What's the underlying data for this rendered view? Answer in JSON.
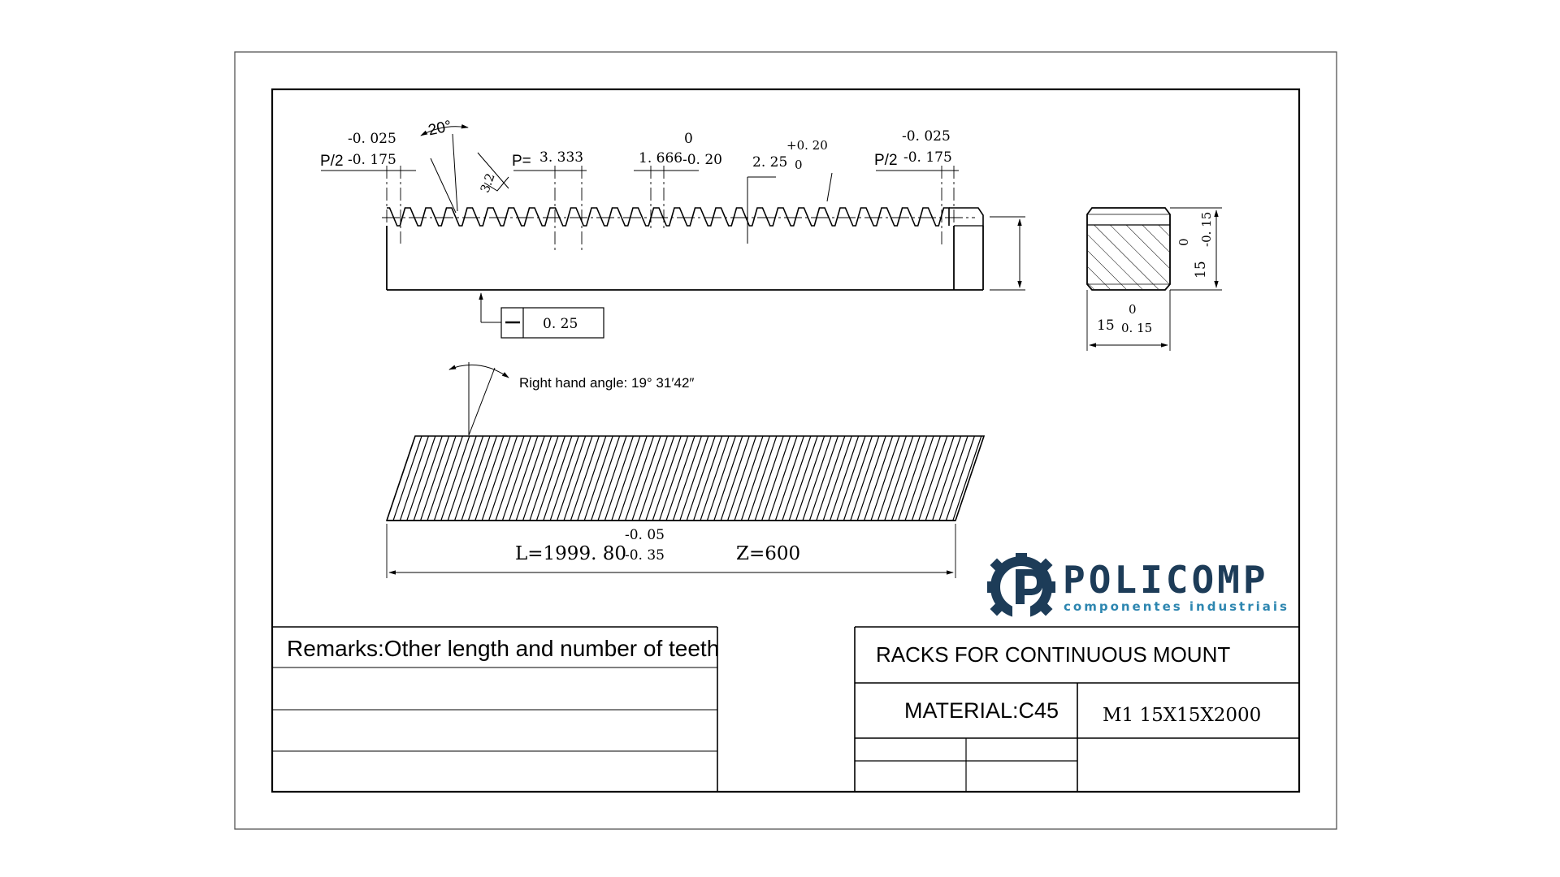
{
  "dimensions": {
    "half_pitch_left": {
      "label": "P/2",
      "upper": "-0. 025",
      "lower": "-0. 175"
    },
    "pressure_angle": "20°",
    "roughness": "3.2",
    "pitch": {
      "label": "P=",
      "value": "3. 333"
    },
    "tooth_thickness": {
      "value": "1. 666",
      "upper": "0",
      "lower": "-0. 20"
    },
    "tooth_height": {
      "value": "2. 25",
      "upper": "+0. 20",
      "lower": "0"
    },
    "half_pitch_right": {
      "label": "P/2",
      "upper": "-0. 025",
      "lower": "-0. 175"
    },
    "flatness": "0. 25",
    "helix_angle": "Right hand angle: 19° 31′42″",
    "length": {
      "label": "L=1999. 80",
      "upper": "-0. 05",
      "lower": "-0. 35"
    },
    "teeth_count": "Z=600",
    "section_height": {
      "value": "15",
      "upper": "0",
      "lower": "-0. 15"
    },
    "section_width": {
      "value": "15",
      "upper": "0",
      "lower": "0. 15"
    }
  },
  "logo": {
    "name": "POLICOMP",
    "tagline": "componentes industriais",
    "colors": {
      "primary": "#1d3c58",
      "secondary": "#2d86b0"
    }
  },
  "remarks": {
    "title": "Remarks:Other length and number of teeth"
  },
  "title_block": {
    "title": "RACKS FOR CONTINUOUS MOUNT",
    "material": "MATERIAL:C45",
    "designation": "M1  15X15X2000"
  }
}
